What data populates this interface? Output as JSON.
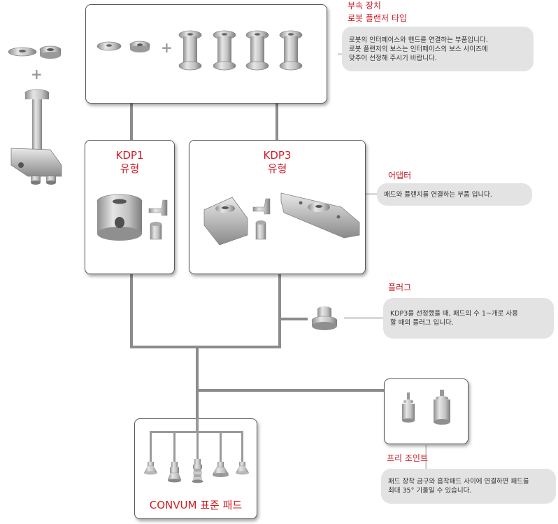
{
  "robot_flange": {
    "title_line1": "부속 장치",
    "title_line2": "로봇 플랜저 타입",
    "desc_line1": "로봇의 인터페이스와 핸드를 연결하는 부품입니다.",
    "desc_line2": "로봇 플랜저의 보스는 인터페이스의 보스 사이즈에",
    "desc_line3": "맞추어 선정해 주시기 바랍니다.",
    "plus": "+"
  },
  "kdp1": {
    "title_line1": "KDP1",
    "title_line2": "유형"
  },
  "kdp3": {
    "title_line1": "KDP3",
    "title_line2": "유형"
  },
  "adapter": {
    "title": "어댑터",
    "desc": "패드와 플랜지를 연결하는 부품 입니다."
  },
  "plug": {
    "title": "플러그",
    "desc_line1": "KDP3을 선정했을 때, 패드의 수 1~개로 사용",
    "desc_line2": "할 때의 플러그 입니다."
  },
  "free_joint": {
    "title": "프리 조인트",
    "desc_line1": "패드 장착 금구와 흡착패드 사이에 연결하면 패드를",
    "desc_line2": "최대 35° 기울일 수 있습니다."
  },
  "pads": {
    "title": "CONVUM 표준 패드"
  },
  "colors": {
    "accent": "#d01c26",
    "line": "#8c8c8c",
    "bubble": "#e3e3e3",
    "part": "#c4c4c4"
  }
}
